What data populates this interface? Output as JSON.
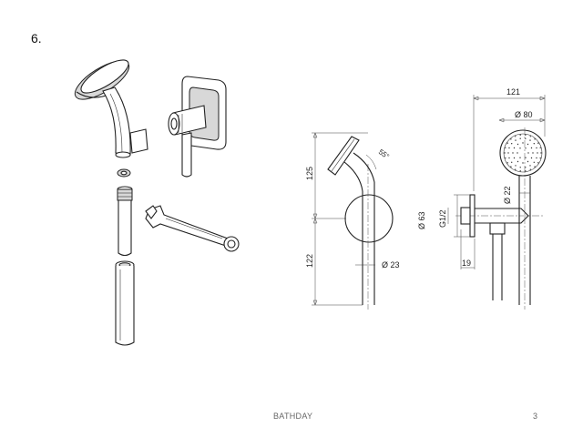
{
  "step_label": "6.",
  "footer": {
    "brand": "BATHDAY",
    "page_number": "3"
  },
  "side_view": {
    "dim_height_upper": "125",
    "dim_height_lower": "122",
    "dim_tube_diameter": "Ø 23",
    "dim_angle": "55°"
  },
  "front_view": {
    "dim_total_width": "121",
    "dim_head_diameter": "Ø 80",
    "dim_flange_diameter": "Ø 63",
    "dim_thread": "G1/2",
    "dim_inner_diameter": "Ø 22",
    "dim_depth": "19"
  },
  "colors": {
    "line": "#222222",
    "shade": "#d8d8d8",
    "footer_text": "#666666"
  }
}
